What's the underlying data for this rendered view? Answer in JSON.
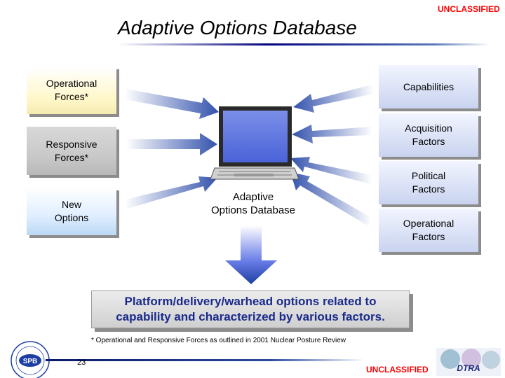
{
  "classification_top": "UNCLASSIFIED",
  "classification_bottom": "UNCLASSIFIED",
  "title": "Adaptive Options Database",
  "left_boxes": {
    "operational": "Operational\nForces*",
    "responsive": "Responsive\nForces*",
    "new_options": "New\nOptions"
  },
  "right_boxes": {
    "capabilities": "Capabilities",
    "acquisition": "Acquisition\nFactors",
    "political": "Political\nFactors",
    "operational_factors": "Operational\nFactors"
  },
  "center_label": "Adaptive\nOptions Database",
  "platform_text": "Platform/delivery/warhead options related to\ncapability and characterized by various factors.",
  "footnote": "* Operational and Responsive Forces as outlined in 2001 Nuclear Posture Review",
  "page_number": "23",
  "logos": {
    "left": "SPB",
    "right": "DTRA"
  },
  "colors": {
    "classification": "#ff0000",
    "platform_text": "#1a2a8a",
    "arrow": "#1d3fa3"
  }
}
